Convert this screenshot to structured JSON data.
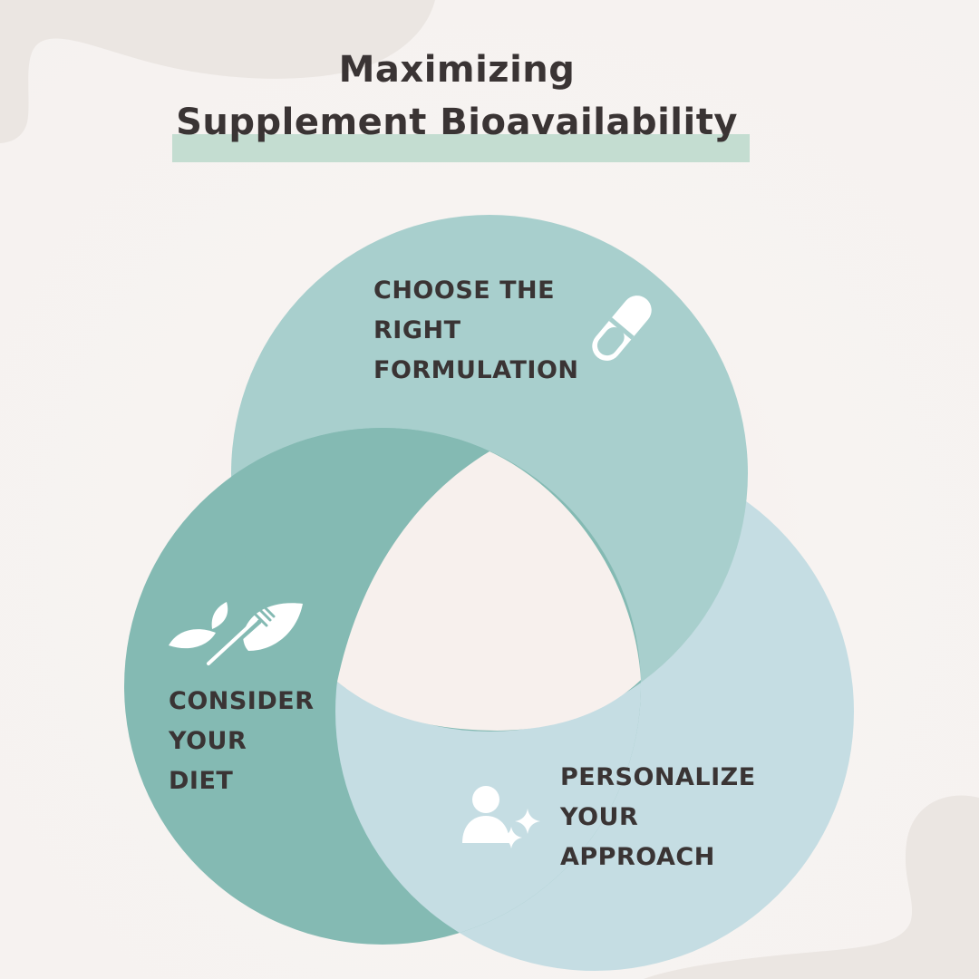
{
  "title": {
    "line1": "Maximizing",
    "line2": "Supplement Bioavailability"
  },
  "circles": [
    {
      "lines": [
        "CHOOSE THE",
        "RIGHT",
        "FORMULATION"
      ],
      "icon": "capsule-pill-icon",
      "color": "#a8cfcd"
    },
    {
      "lines": [
        "CONSIDER",
        "YOUR",
        "DIET"
      ],
      "icon": "leaf-fork-icon",
      "color": "#84bab3"
    },
    {
      "lines": [
        "PERSONALIZE",
        "YOUR",
        "APPROACH"
      ],
      "icon": "person-sparkle-icon",
      "color": "#c5dde3"
    }
  ],
  "colors": {
    "background": "#f7f3f1",
    "title_text": "#3a3434",
    "title_highlight": "#c4ddd1",
    "decor_blob": "#ebe6e2"
  }
}
